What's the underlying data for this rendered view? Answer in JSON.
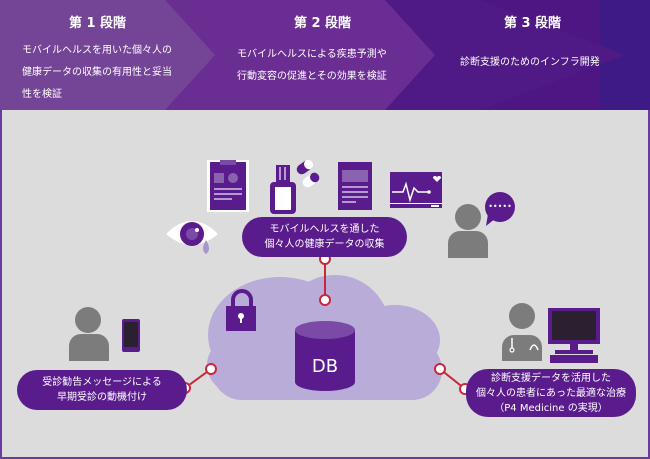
{
  "stages": [
    {
      "title": "第 1 段階",
      "lines": [
        "モバイルヘルスを用いた個々人の",
        "健康データの収集の有用性と妥当",
        "性を検証"
      ]
    },
    {
      "title": "第 2 段階",
      "lines": [
        "モバイルヘルスによる疾患予測や",
        "行動変容の促進とその効果を検証"
      ]
    },
    {
      "title": "第 3 段階",
      "lines": [
        "診断支援のためのインフラ開発"
      ]
    }
  ],
  "center": {
    "db_label": "DB"
  },
  "pills": {
    "collection": [
      "モバイルヘルスを通した",
      "個々人の健康データの収集"
    ],
    "motivation": [
      "受診勧告メッセージによる",
      "早期受診の動機付け"
    ],
    "treatment": [
      "診断支援データを活用した",
      "個々人の患者にあった最適な治療",
      "（P4 Medicine の実現）"
    ]
  },
  "colors": {
    "purple": "#5a1c8c",
    "dark_purple": "#4f1a85",
    "cloud": "#b7aad6",
    "connector": "#c8283c",
    "person": "#7c7c7c",
    "background": "#dcdcdc"
  }
}
